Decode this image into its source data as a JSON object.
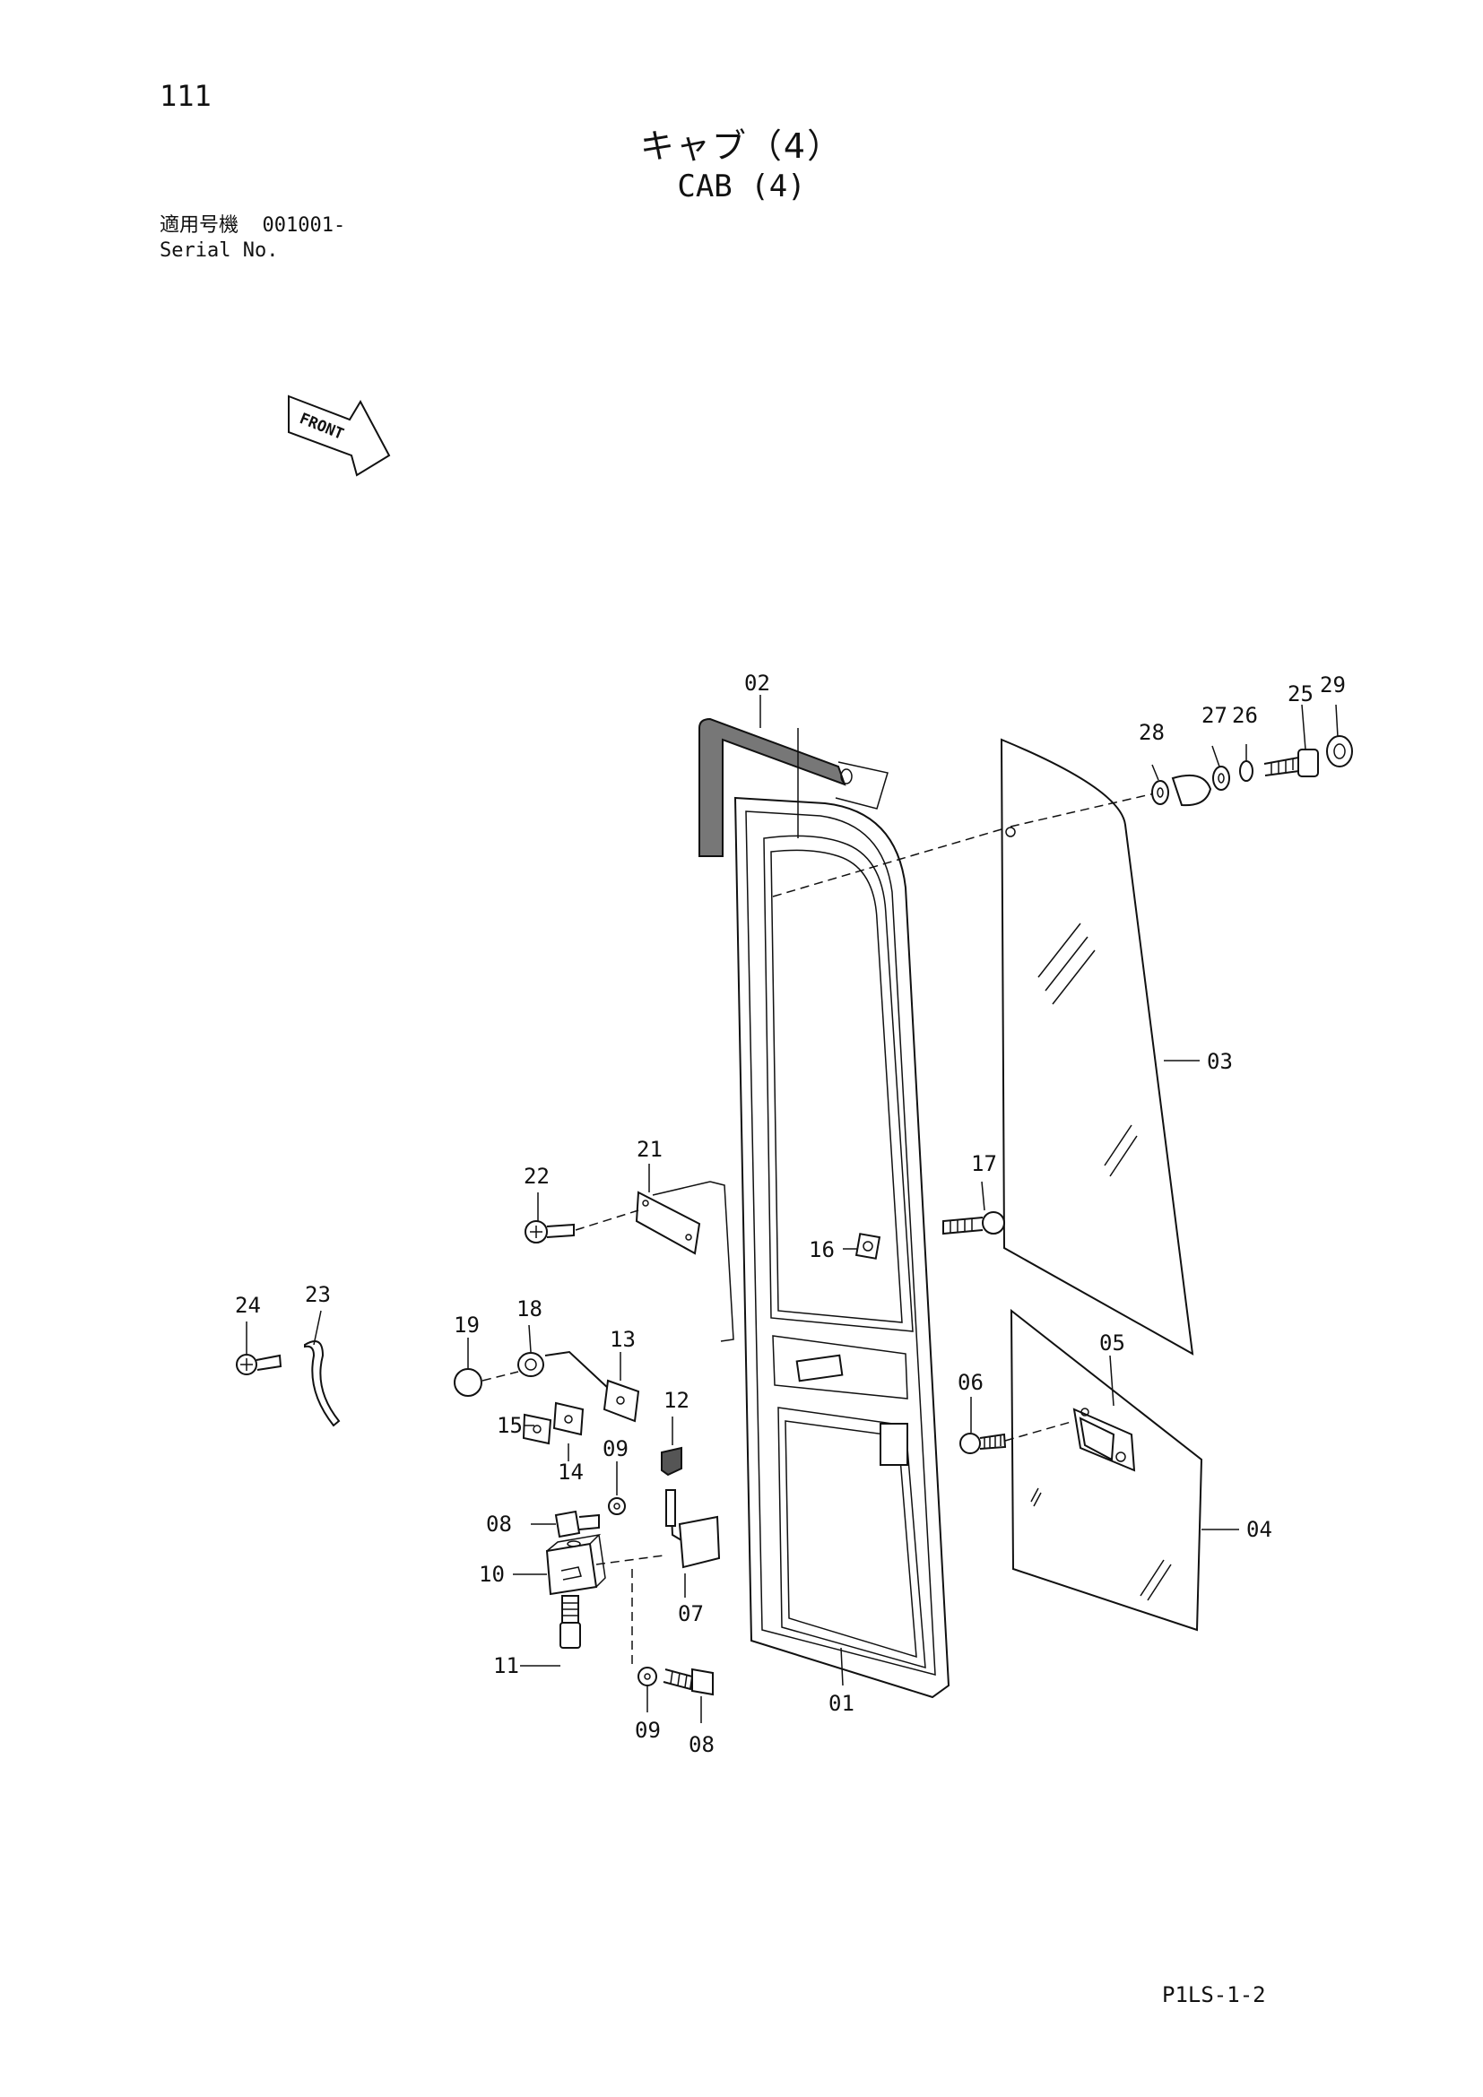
{
  "header": {
    "page_number": "111",
    "title_jp": "キャブ（4）",
    "title_en": "CAB (4)",
    "serial_label_jp": "適用号機",
    "serial_value": "001001-",
    "serial_label_en": "Serial No."
  },
  "front_arrow": {
    "label": "FRONT"
  },
  "callouts": {
    "p01": "01",
    "p02": "02",
    "p03": "03",
    "p04": "04",
    "p05": "05",
    "p06": "06",
    "p07": "07",
    "p08a": "08",
    "p08b": "08",
    "p09a": "09",
    "p09b": "09",
    "p10": "10",
    "p11": "11",
    "p12": "12",
    "p13": "13",
    "p14": "14",
    "p15": "15",
    "p16": "16",
    "p17": "17",
    "p18": "18",
    "p19": "19",
    "p21": "21",
    "p22": "22",
    "p23": "23",
    "p24": "24",
    "p25": "25",
    "p26": "26",
    "p27": "27",
    "p28": "28",
    "p29": "29"
  },
  "footer": {
    "page_code": "P1LS-1-2"
  }
}
